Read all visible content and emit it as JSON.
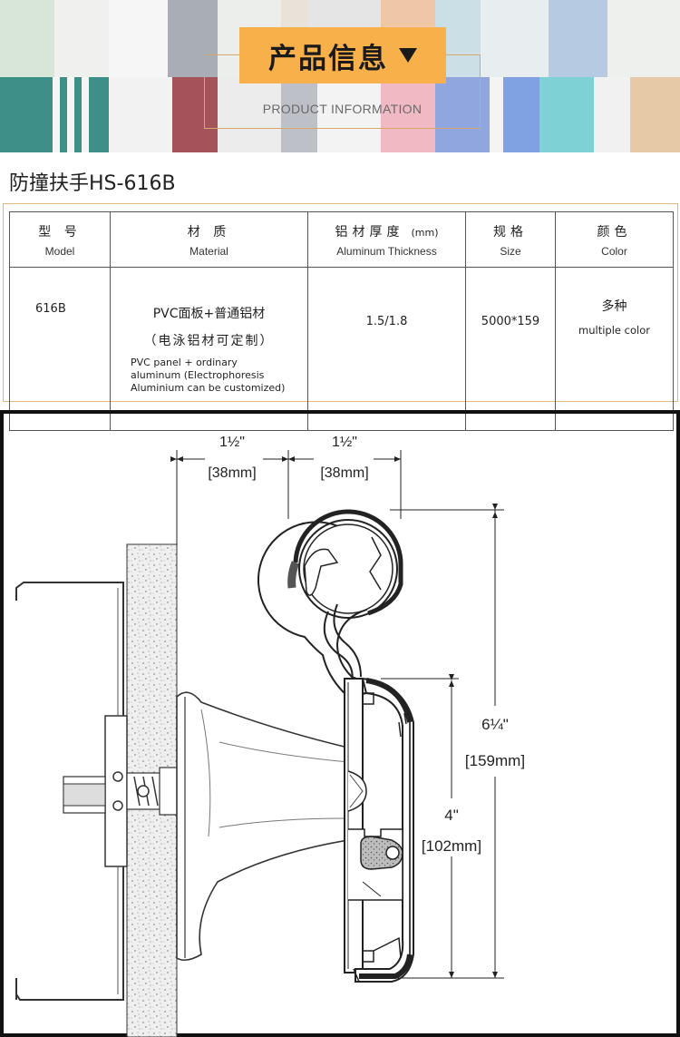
{
  "banner": {
    "title": "产品信息",
    "subtitle": "PRODUCT INFORMATION",
    "accent": "#f7b04a"
  },
  "product": {
    "title": "防撞扶手HS-616B"
  },
  "table": {
    "headers": [
      {
        "cn": "型 号",
        "en": "Model"
      },
      {
        "cn": "材 质",
        "en": "Material"
      },
      {
        "cn": "铝材厚度",
        "unit": "(mm)",
        "en": "Aluminum Thickness"
      },
      {
        "cn": "规格",
        "en": "Size"
      },
      {
        "cn": "颜色",
        "en": "Color"
      }
    ],
    "row": {
      "model": "616B",
      "material_cn_1": "PVC面板+普通铝材",
      "material_cn_2": "（电泳铝材可定制）",
      "material_en_1": "PVC panel + ordinary",
      "material_en_2": "aluminum  (Electrophoresis",
      "material_en_3": "Aluminium can be customized)",
      "thickness": "1.5/1.8",
      "size": "5000*159",
      "color_cn": "多种",
      "color_en": "multiple color"
    }
  },
  "drawing": {
    "dim_wall_gap": "1½\"",
    "dim_wall_gap_mm": "[38mm]",
    "dim_rail": "1½\"",
    "dim_rail_mm": "[38mm]",
    "dim_height": "6¼\"",
    "dim_height_mm": "[159mm]",
    "dim_panel": "4\"",
    "dim_panel_mm": "[102mm]"
  }
}
